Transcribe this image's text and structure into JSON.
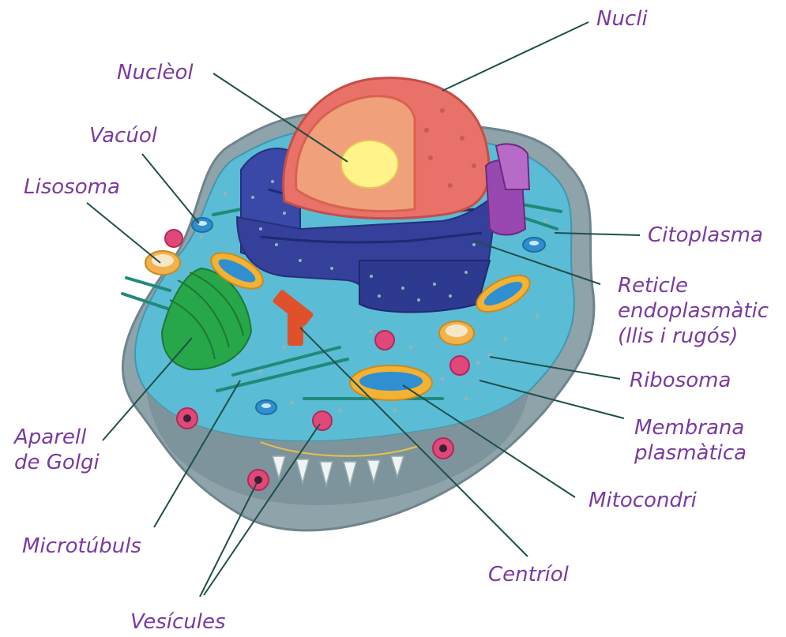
{
  "labels": {
    "nucli": "Nucli",
    "nucleol": "Nuclèol",
    "vacuol": "Vacúol",
    "lisosoma": "Lisosoma",
    "citoplasma": "Citoplasma",
    "reticle_1": "Reticle",
    "reticle_2": "endoplasmàtic",
    "reticle_3": "(llis i rugós)",
    "ribosoma": "Ribosoma",
    "membrana_1": "Membrana",
    "membrana_2": "plasmàtica",
    "mitocondri": "Mitocondri",
    "golgi_1": "Aparell",
    "golgi_2": "de Golgi",
    "microtubuls": "Microtúbuls",
    "centriol": "Centríol",
    "vesicules": "Vesícules"
  },
  "colors": {
    "label_text": "#7a3aa0",
    "leader_line": "#1f4f4a",
    "membrane_outer": "#8fa3ab",
    "cytoplasm": "#5bbcd6",
    "nucleus_outer": "#e8716a",
    "nucleus_inner": "#f0a07a",
    "nucleolus": "#fff38a",
    "endoplasmic_reticulum": "#34409a",
    "golgi": "#28a64a",
    "mitochondria": "#f2b233",
    "centriole": "#e0502a",
    "vesicle": "#e0487a",
    "lysosome": "#f2b24e"
  }
}
